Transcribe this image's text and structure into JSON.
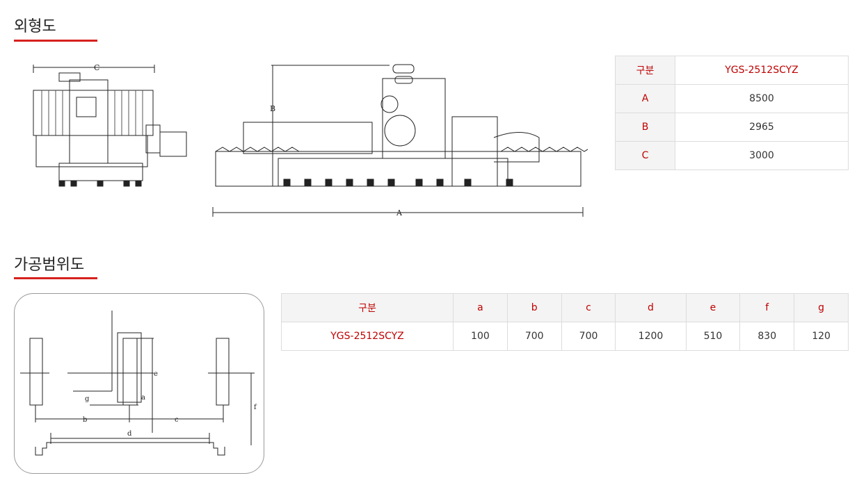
{
  "sections": {
    "outline": {
      "title": "외형도"
    },
    "range": {
      "title": "가공범위도"
    }
  },
  "colors": {
    "accent": "#d7211d",
    "label_red": "#c00000",
    "header_bg": "#f4f4f4",
    "border": "#dcdcdc"
  },
  "outline_drawing": {
    "dim_a": "A",
    "dim_b": "B",
    "dim_c": "C"
  },
  "range_drawing": {
    "dims": [
      "a",
      "b",
      "c",
      "d",
      "e",
      "f",
      "g"
    ]
  },
  "dimension_table": {
    "header": {
      "label": "구분",
      "model": "YGS-2512SCYZ"
    },
    "rows": [
      {
        "label": "A",
        "value": "8500"
      },
      {
        "label": "B",
        "value": "2965"
      },
      {
        "label": "C",
        "value": "3000"
      }
    ]
  },
  "range_table": {
    "header_label": "구분",
    "columns": [
      "a",
      "b",
      "c",
      "d",
      "e",
      "f",
      "g"
    ],
    "row": {
      "model": "YGS-2512SCYZ",
      "values": [
        "100",
        "700",
        "700",
        "1200",
        "510",
        "830",
        "120"
      ]
    }
  }
}
